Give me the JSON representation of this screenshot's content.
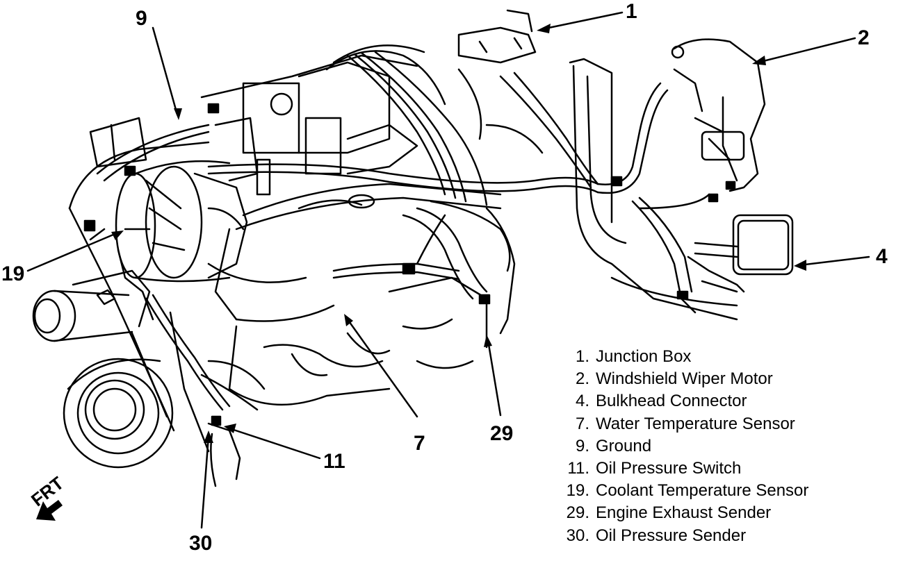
{
  "callouts": {
    "c1": "1",
    "c2": "2",
    "c4": "4",
    "c7": "7",
    "c9": "9",
    "c11": "11",
    "c19": "19",
    "c29": "29",
    "c30": "30"
  },
  "direction_label": "FRT",
  "legend": [
    {
      "num": "1.",
      "label": "Junction Box"
    },
    {
      "num": "2.",
      "label": "Windshield Wiper Motor"
    },
    {
      "num": "4.",
      "label": "Bulkhead Connector"
    },
    {
      "num": "7.",
      "label": "Water Temperature Sensor"
    },
    {
      "num": "9.",
      "label": "Ground"
    },
    {
      "num": "11.",
      "label": "Oil Pressure Switch"
    },
    {
      "num": "19.",
      "label": "Coolant Temperature Sensor"
    },
    {
      "num": "29.",
      "label": "Engine Exhaust Sender"
    },
    {
      "num": "30.",
      "label": "Oil Pressure Sender"
    }
  ]
}
